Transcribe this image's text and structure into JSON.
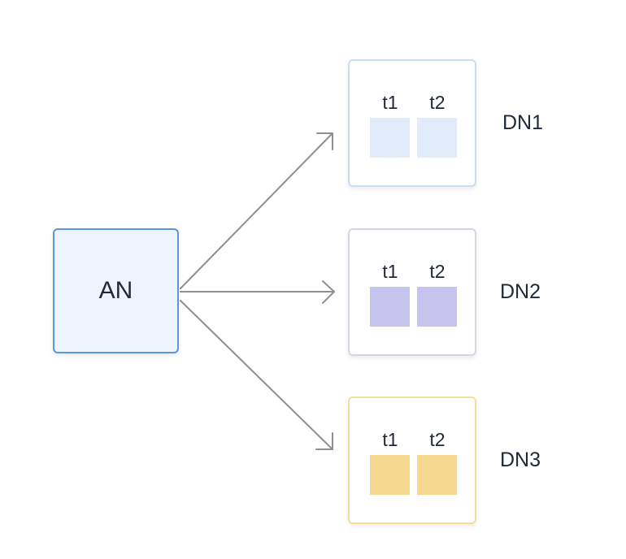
{
  "access_node": {
    "label": "AN",
    "color": "#eef4fd",
    "border": "#5b95de"
  },
  "data_nodes": [
    {
      "label": "DN1",
      "tables": [
        "t1",
        "t2"
      ],
      "border": "#c9dcf6",
      "fill": "#e2ebfa"
    },
    {
      "label": "DN2",
      "tables": [
        "t1",
        "t2"
      ],
      "border": "#d7d3ea",
      "fill": "#c6c3ef"
    },
    {
      "label": "DN3",
      "tables": [
        "t1",
        "t2"
      ],
      "border": "#f3df9a",
      "fill": "#f7d890"
    }
  ],
  "arrow_color": "#8f8f8f"
}
